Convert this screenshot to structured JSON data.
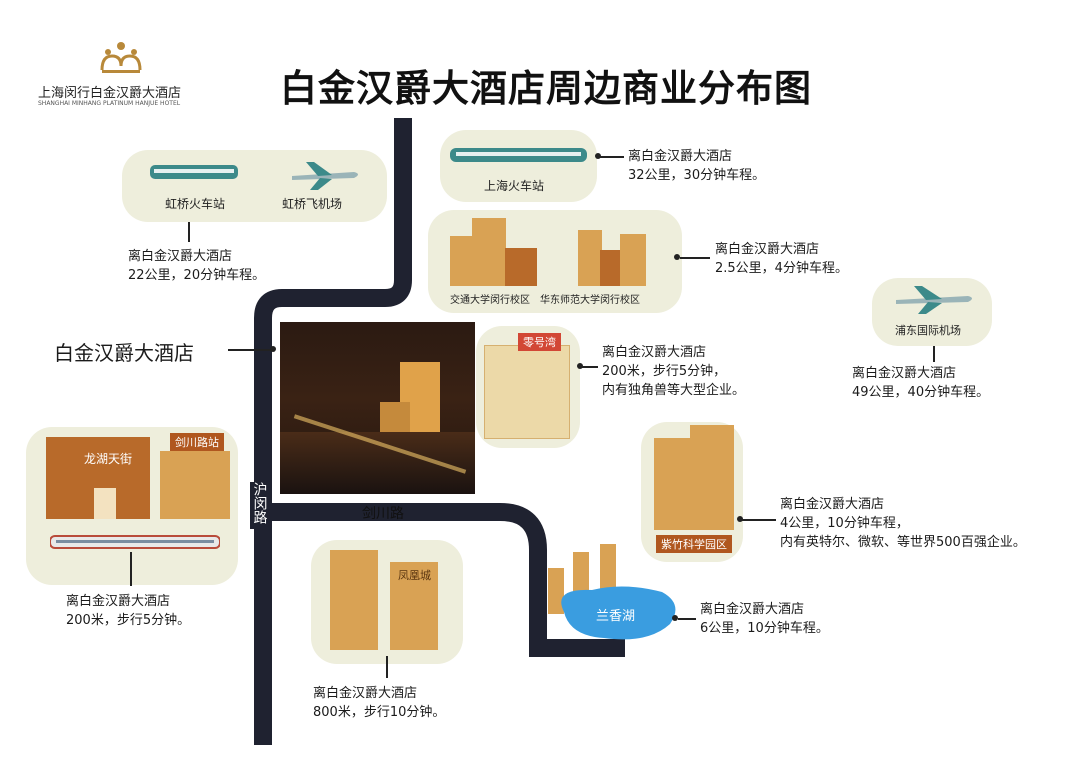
{
  "title": "白金汉爵大酒店周边商业分布图",
  "logo": {
    "name": "上海闵行白金汉爵大酒店",
    "subtitle": "SHANGHAI MINHANG PLATINUM HANJUE HOTEL"
  },
  "roads": {
    "hu_min": "沪闵路",
    "jian_chuan": "剑川路"
  },
  "hotel_label": "白金汉爵大酒店",
  "places": {
    "hongqiao": {
      "station": "虹桥火车站",
      "airport": "虹桥飞机场",
      "line1": "离白金汉爵大酒店",
      "line2": "22公里，20分钟车程。"
    },
    "shanghai_station": {
      "name": "上海火车站",
      "line1": "离白金汉爵大酒店",
      "line2": "32公里，30分钟车程。"
    },
    "universities": {
      "sjtu": "交通大学闵行校区",
      "ecnu": "华东师范大学闵行校区",
      "line1": "离白金汉爵大酒店",
      "line2": "2.5公里，4分钟车程。"
    },
    "pudong": {
      "name": "浦东国际机场",
      "line1": "离白金汉爵大酒店",
      "line2": "49公里，40分钟车程。"
    },
    "zero_bay": {
      "name": "零号湾",
      "line1": "离白金汉爵大酒店",
      "line2": "200米，步行5分钟，",
      "line3": "内有独角兽等大型企业。"
    },
    "longhu": {
      "mall": "龙湖天街",
      "station": "剑川路站",
      "line1": "离白金汉爵大酒店",
      "line2": "200米，步行5分钟。"
    },
    "zizhu": {
      "name": "紫竹科学园区",
      "line1": "离白金汉爵大酒店",
      "line2": "4公里，10分钟车程，",
      "line3": "内有英特尔、微软、等世界500百强企业。"
    },
    "lanxiang": {
      "name": "兰香湖",
      "line1": "离白金汉爵大酒店",
      "line2": "6公里，10分钟车程。"
    },
    "fenghuang": {
      "name": "凤凰城",
      "line1": "离白金汉爵大酒店",
      "line2": "800米，步行10分钟。"
    }
  },
  "colors": {
    "road": "#1f2230",
    "card": "#eeeedc",
    "building": "#d9a254",
    "building_dark": "#b86a2a",
    "tag_red": "#d24735",
    "lake": "#3a9de0",
    "train": "#3c8a8a"
  }
}
